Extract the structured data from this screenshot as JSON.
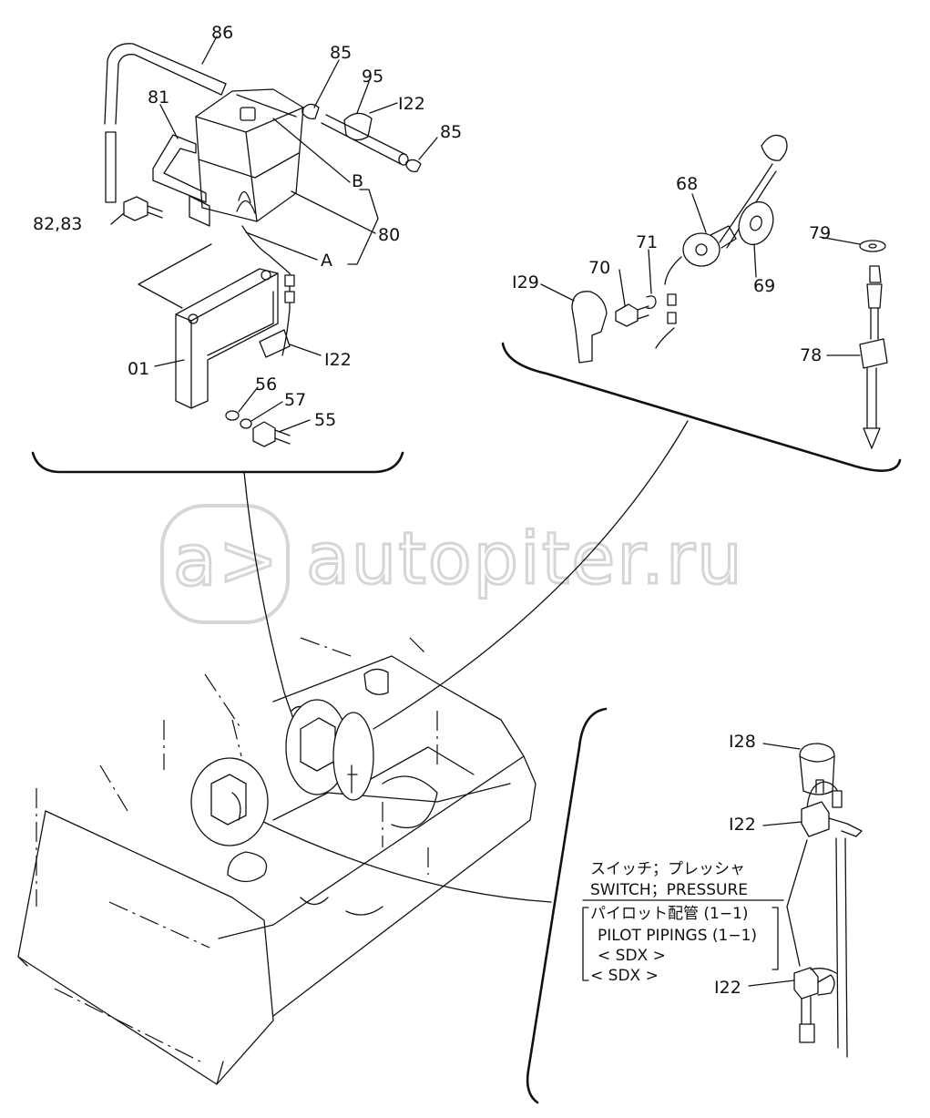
{
  "watermark": {
    "logo": "a>",
    "text": "autopiter.ru"
  },
  "callouts": {
    "c86": "86",
    "c85a": "85",
    "c95": "95",
    "c122a": "I22",
    "c85b": "85",
    "c81": "81",
    "cB": "B",
    "c80": "80",
    "c8283": "82,83",
    "cA": "A",
    "c122b": "I22",
    "c01": "01",
    "c56": "56",
    "c57": "57",
    "c55": "55",
    "c68": "68",
    "c79": "79",
    "c71": "71",
    "c70": "70",
    "c129": "I29",
    "c69": "69",
    "c78": "78",
    "c128": "I28",
    "c122c": "I22",
    "c122d": "I22"
  },
  "note": {
    "line1": "スイッチ；プレッシャ",
    "line2": "SWITCH；PRESSURE",
    "line3": "パイロット配管 (1−1)",
    "line4": "PILOT PIPINGS (1−1)",
    "line5": "< SDX >",
    "line6": "< SDX >"
  }
}
